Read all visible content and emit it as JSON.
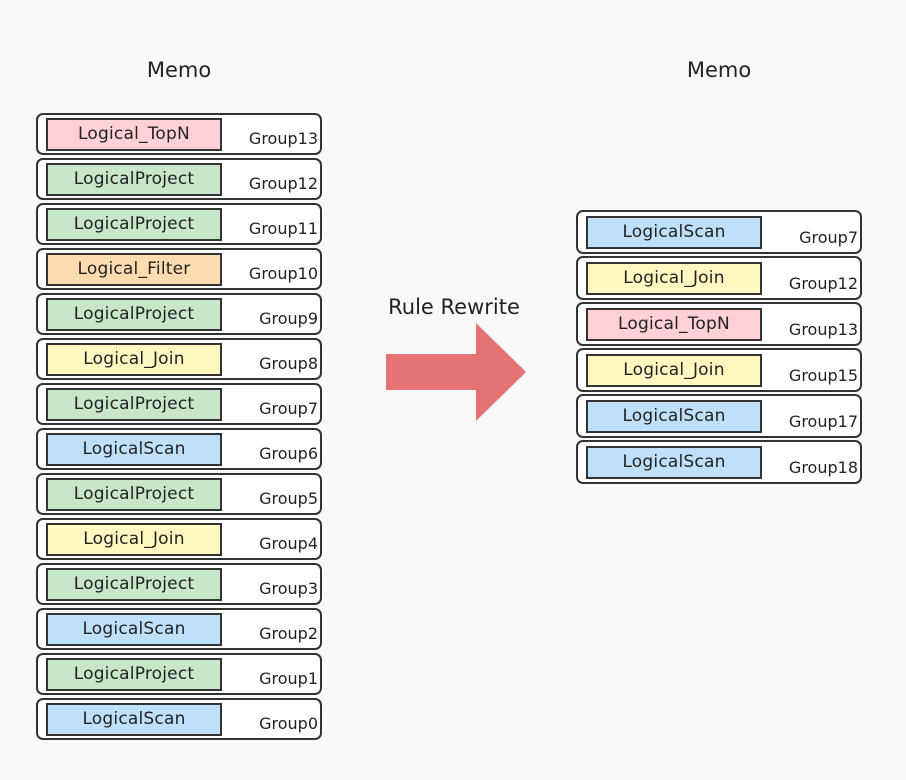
{
  "colors": {
    "LogicalScan": "#bee0fb",
    "LogicalProject": "#c8e6c9",
    "Logical_Join": "#fff8c1",
    "Logical_Filter": "#ffdcb0",
    "Logical_TopN": "#ffd1d6",
    "arrow": "#e57373"
  },
  "left_memo": {
    "title": "Memo",
    "groups": [
      {
        "op": "Logical_TopN",
        "group": "Group13"
      },
      {
        "op": "LogicalProject",
        "group": "Group12"
      },
      {
        "op": "LogicalProject",
        "group": "Group11"
      },
      {
        "op": "Logical_Filter",
        "group": "Group10"
      },
      {
        "op": "LogicalProject",
        "group": "Group9"
      },
      {
        "op": "Logical_Join",
        "group": "Group8"
      },
      {
        "op": "LogicalProject",
        "group": "Group7"
      },
      {
        "op": "LogicalScan",
        "group": "Group6"
      },
      {
        "op": "LogicalProject",
        "group": "Group5"
      },
      {
        "op": "Logical_Join",
        "group": "Group4"
      },
      {
        "op": "LogicalProject",
        "group": "Group3"
      },
      {
        "op": "LogicalScan",
        "group": "Group2"
      },
      {
        "op": "LogicalProject",
        "group": "Group1"
      },
      {
        "op": "LogicalScan",
        "group": "Group0"
      }
    ]
  },
  "arrow_label": "Rule Rewrite",
  "right_memo": {
    "title": "Memo",
    "groups": [
      {
        "op": "LogicalScan",
        "group": "Group7"
      },
      {
        "op": "Logical_Join",
        "group": "Group12"
      },
      {
        "op": "Logical_TopN",
        "group": "Group13"
      },
      {
        "op": "Logical_Join",
        "group": "Group15"
      },
      {
        "op": "LogicalScan",
        "group": "Group17"
      },
      {
        "op": "LogicalScan",
        "group": "Group18"
      }
    ]
  }
}
